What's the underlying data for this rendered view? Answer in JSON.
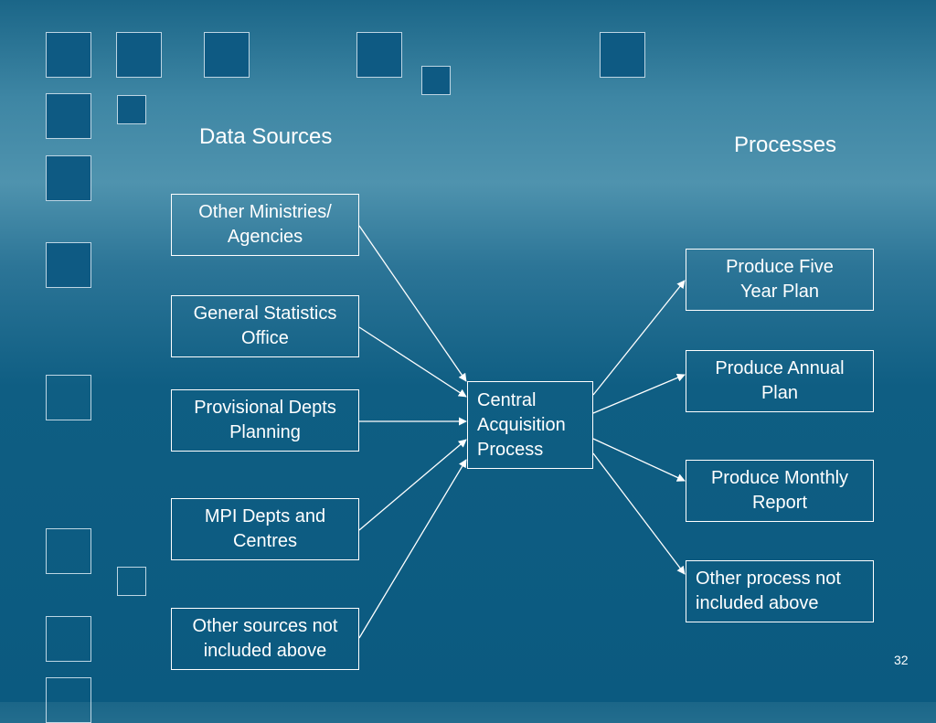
{
  "headings": {
    "data_sources": "Data Sources",
    "processes": "Processes"
  },
  "sources": [
    {
      "label": "Other Ministries/\nAgencies"
    },
    {
      "label": "General Statistics\nOffice"
    },
    {
      "label": "Provisional Depts\nPlanning"
    },
    {
      "label": "MPI Depts and\nCentres"
    },
    {
      "label": "Other sources not\nincluded above"
    }
  ],
  "central": {
    "label": "Central\nAcquisition\nProcess"
  },
  "processes": [
    {
      "label": "Produce Five\nYear Plan"
    },
    {
      "label": "Produce Annual\nPlan"
    },
    {
      "label": "Produce Monthly\nReport"
    },
    {
      "label": "Other process not\nincluded above"
    }
  ],
  "page_number": "32",
  "colors": {
    "line": "#ffffff",
    "background": "#0b5a80"
  }
}
